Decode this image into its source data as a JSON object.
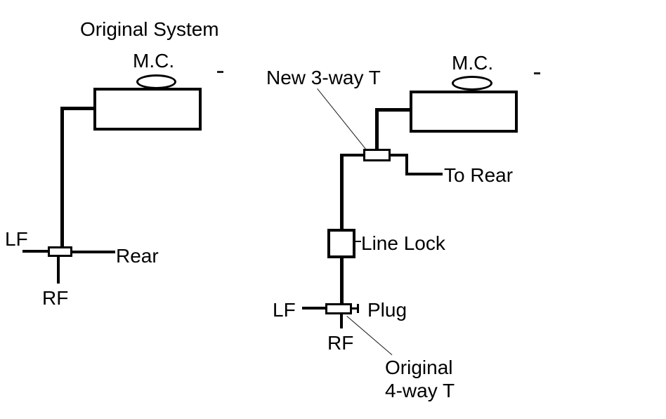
{
  "colors": {
    "ink": "#000000",
    "background": "#ffffff"
  },
  "left_diagram": {
    "title": "Original System",
    "mc_label": "M.C.",
    "lf_label": "LF",
    "rear_label": "Rear",
    "rf_label": "RF"
  },
  "right_diagram": {
    "new_tee_label": "New 3-way T",
    "mc_label": "M.C.",
    "to_rear_label": "To Rear",
    "line_lock_label": "Line Lock",
    "lf_label": "LF",
    "plug_label": "Plug",
    "rf_label": "RF",
    "original_tee_label_line1": "Original",
    "original_tee_label_line2": "4-way T"
  }
}
